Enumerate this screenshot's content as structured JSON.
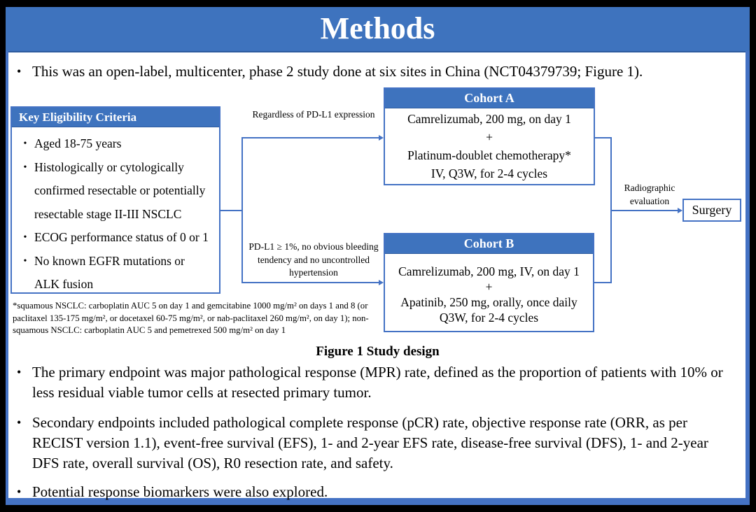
{
  "title": "Methods",
  "intro_bullet": "This was an open-label, multicenter, phase 2 study done at six sites in China (NCT04379739; Figure 1).",
  "figure": {
    "eligibility": {
      "header": "Key Eligibility Criteria",
      "items": [
        "Aged 18-75 years",
        "Histologically or cytologically confirmed resectable or potentially resectable stage II-III NSCLC",
        "ECOG performance status of 0 or 1",
        "No known EGFR mutations or ALK fusion"
      ]
    },
    "branch_labels": {
      "top": "Regardless of PD-L1 expression",
      "bottom": "PD-L1 ≥ 1%, no obvious bleeding tendency and no uncontrolled hypertension"
    },
    "cohort_a": {
      "header": "Cohort A",
      "lines": [
        "Camrelizumab, 200 mg, on day 1",
        "+",
        "Platinum-doublet chemotherapy*",
        "IV, Q3W, for 2-4 cycles"
      ]
    },
    "cohort_b": {
      "header": "Cohort B",
      "lines": [
        "Camrelizumab, 200 mg, IV, on day 1",
        "+",
        "Apatinib, 250 mg, orally, once daily",
        "Q3W, for 2-4 cycles"
      ]
    },
    "evaluation_label": "Radiographic evaluation",
    "surgery_label": "Surgery",
    "footnote": "*squamous NSCLC: carboplatin AUC 5 on day 1 and gemcitabine 1000 mg/m² on days 1 and 8 (or paclitaxel 135-175 mg/m², or docetaxel 60-75 mg/m², or nab-paclitaxel 260 mg/m², on day 1); non-squamous NSCLC: carboplatin AUC 5 and pemetrexed 500 mg/m² on day 1",
    "caption": "Figure 1 Study design"
  },
  "bullets": [
    "The primary endpoint was major pathological response (MPR) rate, defined as the proportion of patients with 10% or less residual viable tumor cells at resected primary tumor.",
    "Secondary endpoints included pathological complete response (pCR) rate, objective response rate (ORR, as per RECIST version 1.1), event-free survival (EFS), 1- and 2-year EFS rate, disease-free survival (DFS), 1- and 2-year DFS rate, overall survival (OS), R0 resection rate, and safety.",
    "Potential response biomarkers were also explored."
  ],
  "bullet_glyph": "•",
  "colors": {
    "header_blue": "#3e73be",
    "line_blue": "#4472c4",
    "frame_black": "#000000",
    "text_black": "#000000",
    "background_white": "#ffffff"
  }
}
